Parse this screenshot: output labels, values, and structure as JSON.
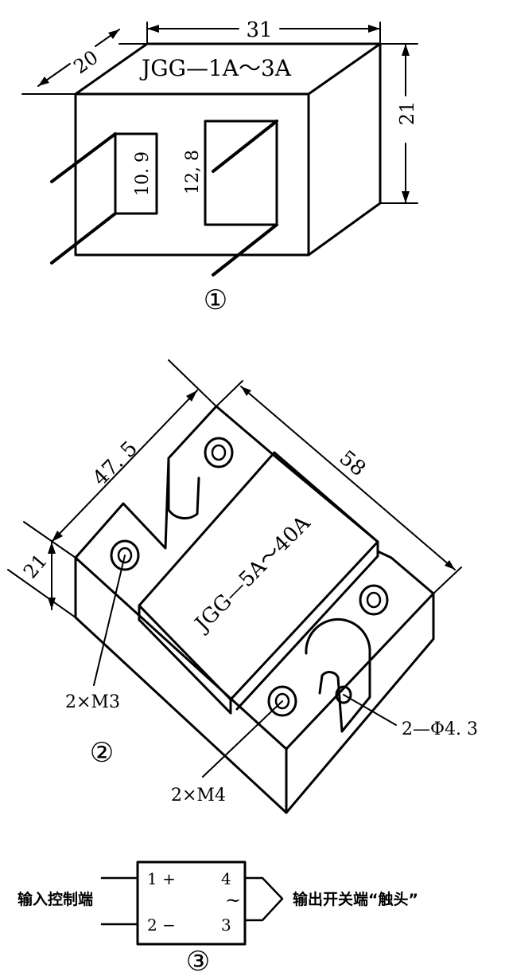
{
  "fig1": {
    "model": "JGG—1A～3A",
    "dim_width": "31",
    "dim_depth": "20",
    "dim_height": "21",
    "dim_slot1": "10. 9",
    "dim_slot2": "12, 8",
    "label": "①"
  },
  "fig2": {
    "model": "JGG—5A～40A",
    "dim_left": "47. 5",
    "dim_right": "58",
    "dim_height": "21",
    "callout_m3": "2×M3",
    "callout_m4": "2×M4",
    "callout_hole": "2—Φ4. 3",
    "label": "②"
  },
  "fig3": {
    "input_label": "输入控制端",
    "output_label": "输出开关端“触头”",
    "pin1": "1 +",
    "pin2": "2 −",
    "pin3": "3",
    "pin4": "4",
    "tilde": "~",
    "label": "③"
  }
}
